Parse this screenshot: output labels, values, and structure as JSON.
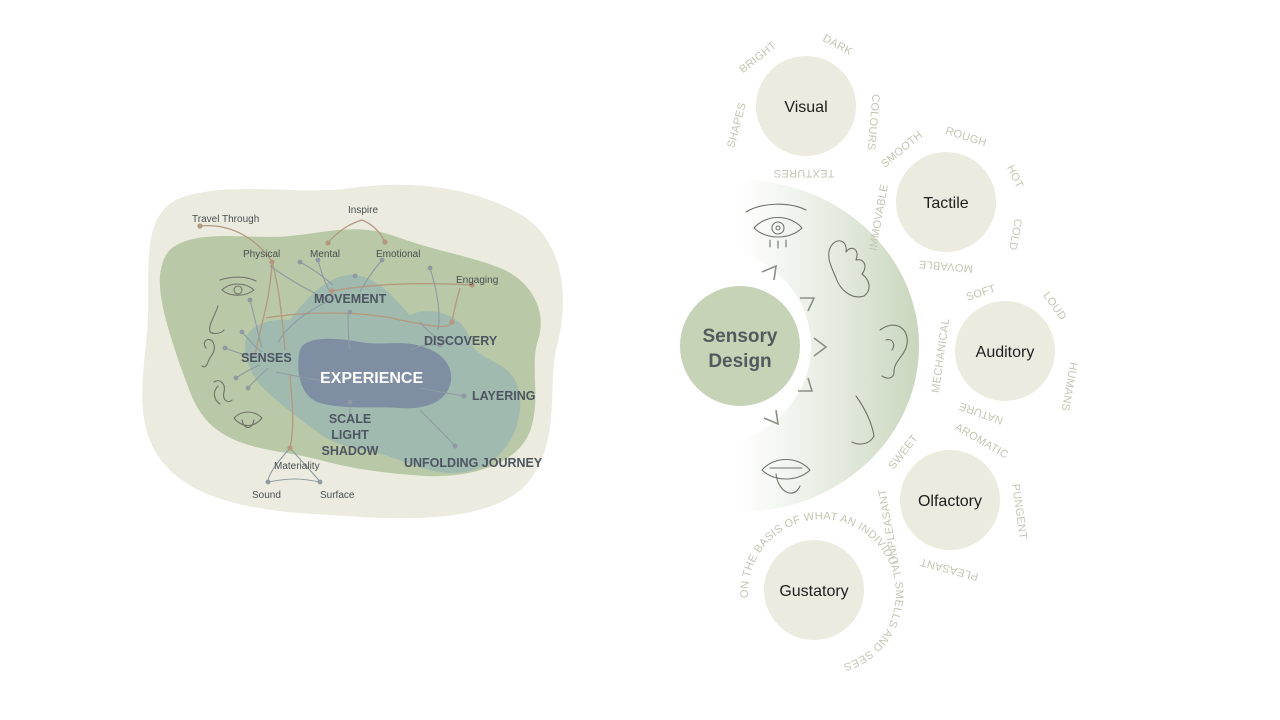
{
  "mind_map": {
    "center": "EXPERIENCE",
    "nodes": {
      "movement": "MOVEMENT",
      "senses": "SENSES",
      "discovery": "DISCOVERY",
      "layering": "LAYERING",
      "scale": "SCALE",
      "light": "LIGHT",
      "shadow": "SHADOW",
      "unfolding": "UNFOLDING JOURNEY"
    },
    "labels": {
      "travel_through": "Travel Through",
      "inspire": "Inspire",
      "physical": "Physical",
      "mental": "Mental",
      "emotional": "Emotional",
      "engaging": "Engaging",
      "materiality": "Materiality",
      "sound": "Sound",
      "surface": "Surface"
    }
  },
  "sensory": {
    "hub": {
      "line1": "Sensory",
      "line2": "Design"
    },
    "visual": {
      "name": "Visual",
      "attrs": [
        "SHAPES",
        "BRIGHT",
        "DARK",
        "COLOURS",
        "TEXTURES"
      ]
    },
    "tactile": {
      "name": "Tactile",
      "attrs": [
        "IMMOVABLE",
        "SMOOTH",
        "ROUGH",
        "HOT",
        "COLD",
        "MOVABLE"
      ]
    },
    "auditory": {
      "name": "Auditory",
      "attrs": [
        "MECHANICAL",
        "SOFT",
        "LOUD",
        "HUMANS",
        "NATURE"
      ]
    },
    "olfactory": {
      "name": "Olfactory",
      "attrs": [
        "SWEET",
        "AROMATIC",
        "PUNGENT",
        "PLEASANT",
        "UNPLEASANT"
      ]
    },
    "gustatory": {
      "name": "Gustatory",
      "arc_text": "ON THE BASIS OF WHAT AN INDIVIDUAL SMELLS AND SEES"
    }
  },
  "colors": {
    "blob_outer": "#ebebe0",
    "blob_green": "#b9c8a6",
    "blob_teal": "#9fb8b0",
    "blob_core": "#7f8ea2",
    "sense_circle": "#ecebdf",
    "hub_circle": "#c7d3b7",
    "connector": "#8f9aa3",
    "connector_warm": "#b3987f"
  }
}
